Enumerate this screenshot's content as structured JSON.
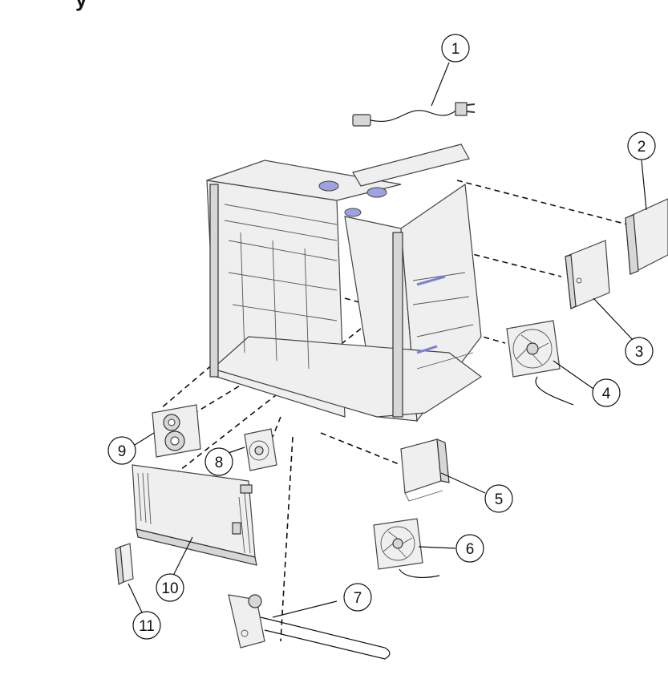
{
  "header": {
    "fragment": "y"
  },
  "callouts": [
    {
      "id": "1"
    },
    {
      "id": "2"
    },
    {
      "id": "3"
    },
    {
      "id": "4"
    },
    {
      "id": "5"
    },
    {
      "id": "6"
    },
    {
      "id": "7"
    },
    {
      "id": "8"
    },
    {
      "id": "9"
    },
    {
      "id": "10"
    },
    {
      "id": "11"
    }
  ],
  "colors": {
    "line": "#111111",
    "part_fill": "#efefef",
    "part_stroke": "#444444",
    "accent_blue": "#7b7fd6"
  }
}
